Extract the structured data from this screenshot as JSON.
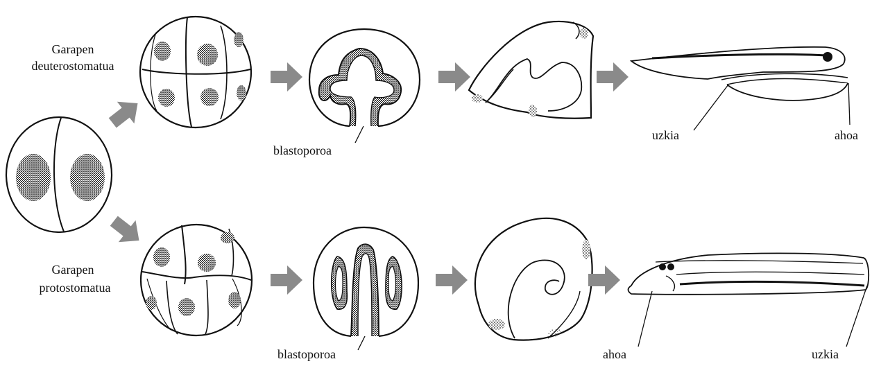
{
  "rows": {
    "deuterostome": {
      "title_line1": "Garapen",
      "title_line2": "deuterostomatua"
    },
    "protostome": {
      "title_line1": "Garapen",
      "title_line2": "protostomatua"
    }
  },
  "labels": {
    "blastopore_top": "blastoporoa",
    "blastopore_bottom": "blastoporoa",
    "anus_top": "uzkia",
    "mouth_top": "ahoa",
    "mouth_bottom": "ahoa",
    "anus_bottom": "uzkia"
  },
  "colors": {
    "arrow": "#8a8a8a",
    "line": "#111111",
    "stipple": "#222222"
  }
}
